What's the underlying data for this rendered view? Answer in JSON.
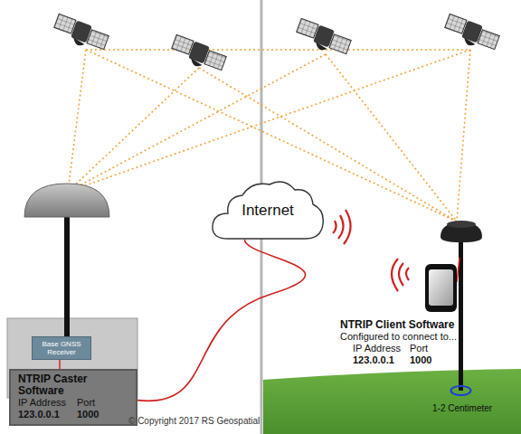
{
  "diagram": {
    "nodes": [
      {
        "text": [
          "Internet"
        ]
      },
      {
        "text": [
          "Base GNSS Receiver"
        ]
      },
      {
        "text": [
          "NTRIP Caster Software",
          "IP Address",
          "Port",
          "123.0.0.1",
          "1000"
        ]
      }
    ],
    "edges": [
      {
        "from": 2,
        "to": 0,
        "arrow": "none"
      }
    ],
    "labels": [
      "NTRIP Client Software",
      "Configured to connect to...",
      "IP Address",
      "Port",
      "123.0.0.1",
      "1000",
      "© Copyright 2017 RS Geospatial",
      "1-2 Centimeter"
    ]
  }
}
